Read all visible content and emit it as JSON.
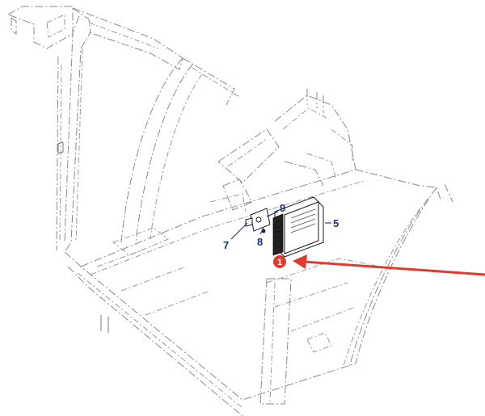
{
  "labels": {
    "part_5": "5",
    "part_7": "7",
    "part_8": "8",
    "part_9": "9"
  },
  "callout": {
    "number": "1",
    "color": "#e03b2e"
  },
  "colors": {
    "label_blue": "#1a2a8c",
    "line_gray": "#8a8a8a",
    "arrow_red": "#e03b2e"
  }
}
